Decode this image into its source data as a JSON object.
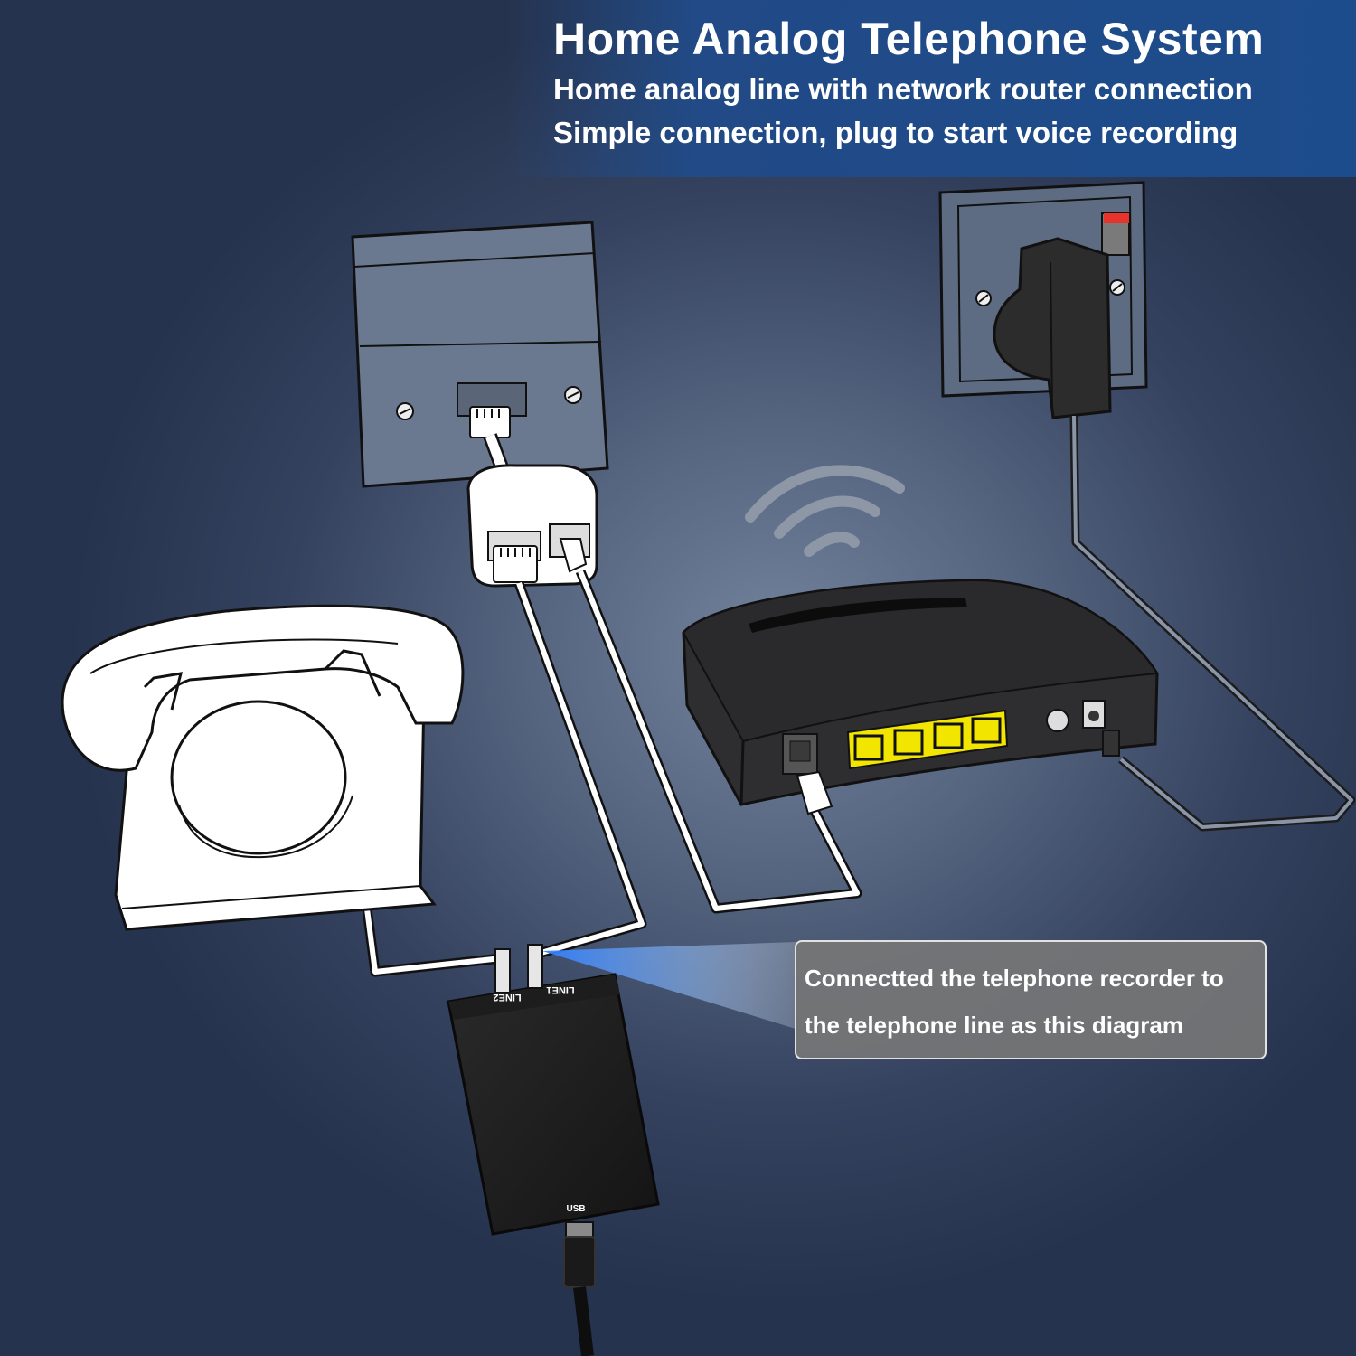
{
  "header": {
    "title": "Home Analog Telephone System",
    "subtitle_1": "Home analog line with network router connection",
    "subtitle_2": "Simple connection, plug to start voice recording"
  },
  "recorder": {
    "port_line1": "LINE1",
    "port_line2": "LINE2",
    "port_usb": "USB"
  },
  "callout": {
    "line_1": "Connectted the telephone recorder to",
    "line_2": "the telephone line as this diagram"
  },
  "colors": {
    "banner": "#1d4c8c",
    "background": "#55647f",
    "router_ports": "#f2e600",
    "power_switch": "#e8332c",
    "callout_bg": "#767676"
  }
}
